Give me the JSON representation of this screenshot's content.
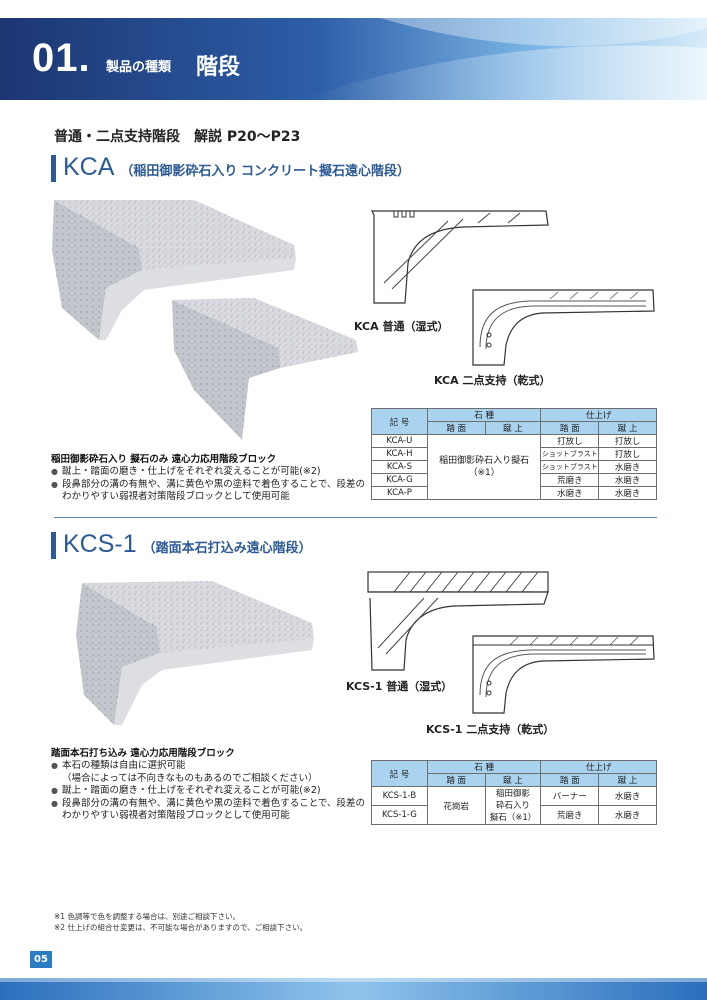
{
  "header": {
    "number": "01.",
    "category": "製品の種類",
    "title": "階段"
  },
  "subheading": "普通・二点支持階段　解説 P20〜P23",
  "kca": {
    "code": "KCA",
    "name": "（稲田御影砕石入り コンクリート擬石遠心階段）",
    "diagram_normal": "KCA 普通（湿式）",
    "diagram_two_point": "KCA 二点支持（乾式）",
    "feature_title": "稲田御影砕石入り 擬石のみ 遠心力応用階段ブロック",
    "bullets": [
      "蹴上・踏面の磨き・仕上げをそれぞれ変えることが可能(※2)",
      "段鼻部分の溝の有無や、溝に黄色や黒の塗料で着色することで、段差の",
      "わかりやすい弱視者対策階段ブロックとして使用可能"
    ],
    "table": {
      "h_code": "記 号",
      "h_stone": "石 種",
      "h_finish": "仕上げ",
      "h_tread": "踏 面",
      "h_riser": "蹴 上",
      "stone": "稲田御影砕石入り擬石（※1）",
      "rows": [
        {
          "code": "KCA-U",
          "tread": "打放し",
          "riser": "打放し"
        },
        {
          "code": "KCA-H",
          "tread": "ショットブラスト",
          "riser": "打放し"
        },
        {
          "code": "KCA-S",
          "tread": "ショットブラスト",
          "riser": "水磨き"
        },
        {
          "code": "KCA-G",
          "tread": "荒磨き",
          "riser": "水磨き"
        },
        {
          "code": "KCA-P",
          "tread": "水磨き",
          "riser": "水磨き"
        }
      ]
    }
  },
  "kcs": {
    "code": "KCS-1",
    "name": "（踏面本石打込み遠心階段）",
    "diagram_normal": "KCS-1 普通（湿式）",
    "diagram_two_point": "KCS-1 二点支持（乾式）",
    "feature_title": "踏面本石打ち込み 遠心力応用階段ブロック",
    "bullets": [
      "本石の種類は自由に選択可能",
      "（場合によっては不向きなものもあるのでご相談ください）",
      "蹴上・踏面の磨き・仕上げをそれぞれ変えることが可能(※2)",
      "段鼻部分の溝の有無や、溝に黄色や黒の塗料で着色することで、段差の",
      "わかりやすい弱視者対策階段ブロックとして使用可能"
    ],
    "table": {
      "h_code": "記 号",
      "h_stone": "石 種",
      "h_finish": "仕上げ",
      "h_tread": "踏 面",
      "h_riser": "蹴 上",
      "stone_tread": "花崗岩",
      "stone_riser_1": "稲田御影",
      "stone_riser_2": "砕石入り",
      "stone_riser_3": "擬石（※1）",
      "rows": [
        {
          "code": "KCS-1-B",
          "tread": "バーナー",
          "riser": "水磨き"
        },
        {
          "code": "KCS-1-G",
          "tread": "荒磨き",
          "riser": "水磨き"
        }
      ]
    }
  },
  "notes": [
    "※1 色調等で色を調整する場合は、別途ご相談下さい。",
    "※2 仕上げの組合せ変更は、不可能な場合がありますので、ご相談下さい。"
  ],
  "page_number": "05",
  "colors": {
    "brand_blue": "#2c5a96",
    "table_header": "#a9d3ef",
    "header_gradient_start": "#1f3f7e"
  }
}
